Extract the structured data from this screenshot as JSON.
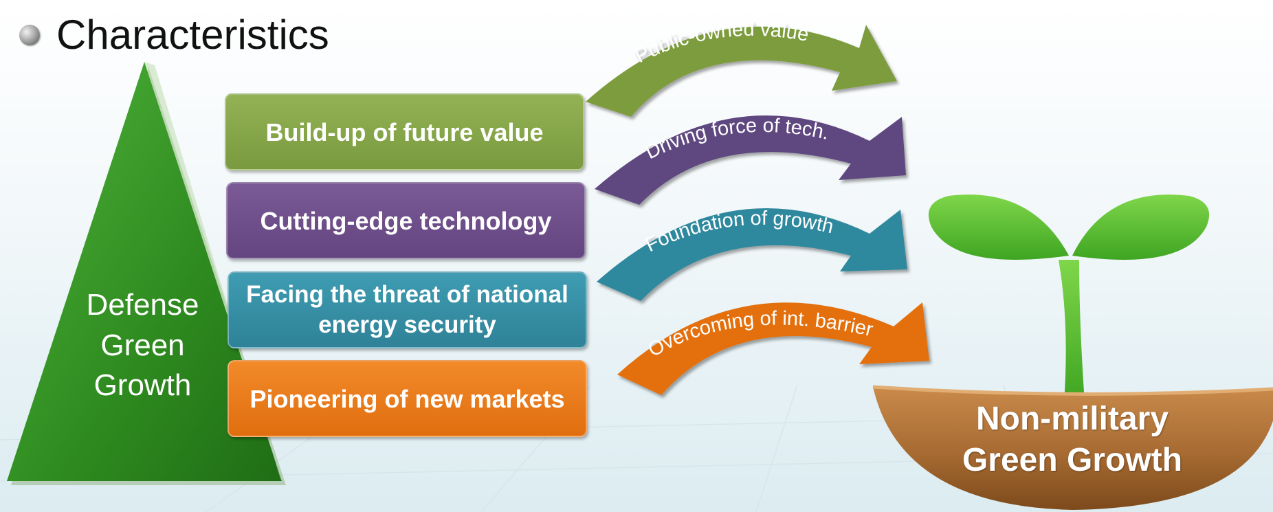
{
  "title": "Characteristics",
  "pyramid": {
    "line1": "Defense",
    "line2": "Green",
    "line3": "Growth",
    "color": "#2e8a1f"
  },
  "boxes": [
    {
      "text": "Build-up of future value",
      "color": "#86a64b"
    },
    {
      "text": "Cutting-edge technology",
      "color": "#6f4f8b"
    },
    {
      "line1": "Facing the threat of national",
      "line2": "energy security",
      "color": "#3790a6"
    },
    {
      "text": "Pioneering of new markets",
      "color": "#ea7b1c"
    }
  ],
  "arrows": [
    {
      "text": "Public-owned value",
      "color": "#7d9c3e"
    },
    {
      "text": "Driving force of tech.",
      "color": "#5f4780"
    },
    {
      "text": "Foundation of growth",
      "color": "#2f889e"
    },
    {
      "text": "Overcoming of int. barrier",
      "color": "#e3700f"
    }
  ],
  "result": {
    "line1": "Non-military",
    "line2": "Green Growth",
    "pot_color": "#a66a32",
    "leaf_color": "#5cc232"
  }
}
